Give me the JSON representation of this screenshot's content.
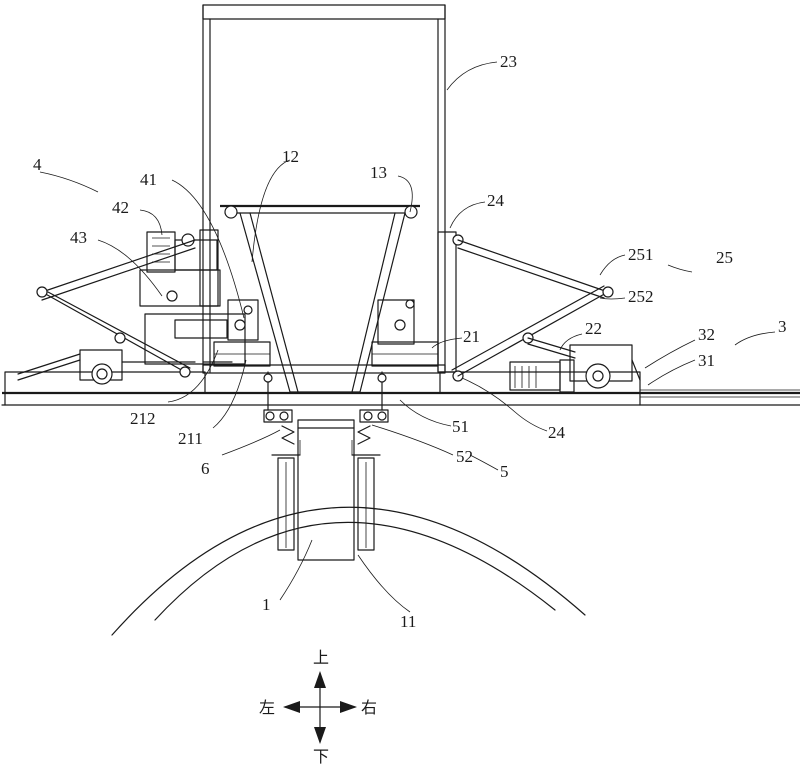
{
  "labels": {
    "l1": "1",
    "l11": "11",
    "l12": "12",
    "l13": "13",
    "l21": "21",
    "l22": "22",
    "l23": "23",
    "l24a": "24",
    "l24b": "24",
    "l25": "25",
    "l251": "251",
    "l252": "252",
    "l3": "3",
    "l31": "31",
    "l32": "32",
    "l4": "4",
    "l41": "41",
    "l42": "42",
    "l43": "43",
    "l5": "5",
    "l51": "51",
    "l52": "52",
    "l6": "6",
    "l211": "211",
    "l212": "212"
  },
  "directions": {
    "up": "上",
    "down": "下",
    "left": "左",
    "right": "右"
  }
}
